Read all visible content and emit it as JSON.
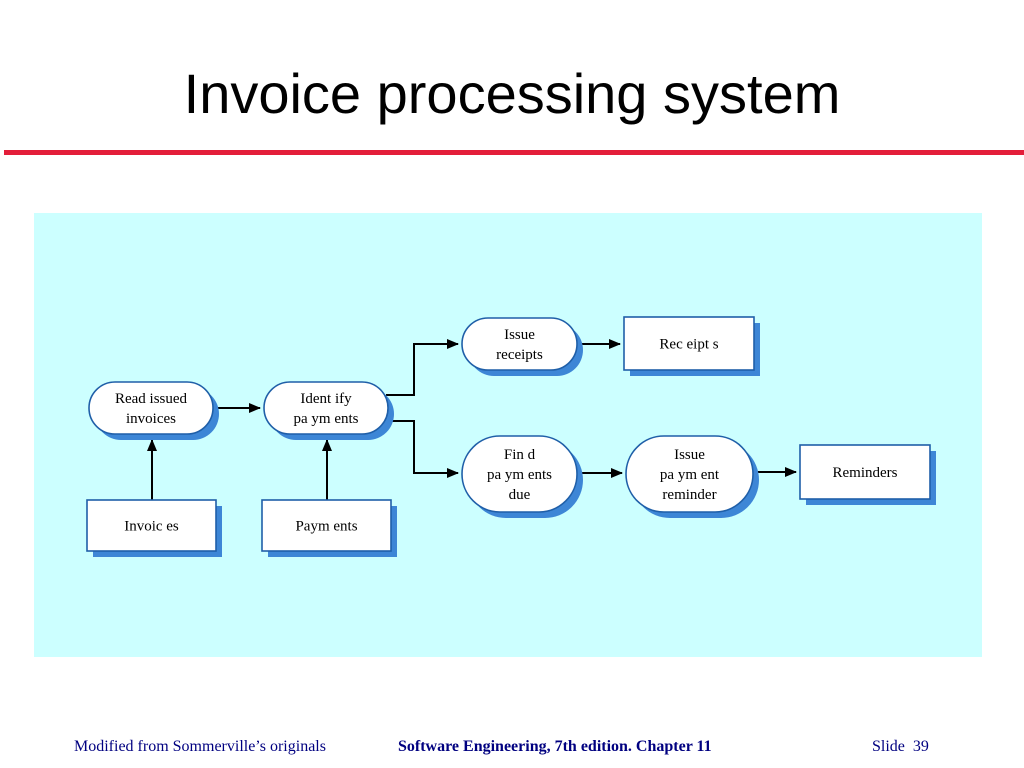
{
  "slide": {
    "title": "Invoice processing system",
    "footer": {
      "left": "Modified from Sommerville’s originals",
      "center": "Software Engineering, 7th edition. Chapter 11",
      "slide_label": "Slide",
      "slide_number": "39"
    }
  },
  "colors": {
    "accent_rule": "#e31e3a",
    "panel_bg": "#ccffff",
    "node_border": "#1f5fa8",
    "node_shadow": "#3d86d6",
    "footer_text": "#000080"
  },
  "diagram": {
    "nodes": {
      "read_issued_invoices": {
        "shape": "process",
        "lines": [
          "Read issued",
          "invoices"
        ]
      },
      "identify_payments": {
        "shape": "process",
        "lines": [
          "Ident ify",
          "pa ym ents"
        ]
      },
      "issue_receipts": {
        "shape": "process",
        "lines": [
          "Issue",
          "receipts"
        ]
      },
      "find_payments_due": {
        "shape": "process",
        "lines": [
          "Fin d",
          "pa ym ents",
          "due"
        ]
      },
      "issue_payment_reminder": {
        "shape": "process",
        "lines": [
          "Issue",
          "pa ym ent",
          "reminder"
        ]
      },
      "invoices": {
        "shape": "data",
        "lines": [
          "Invoic es"
        ]
      },
      "payments": {
        "shape": "data",
        "lines": [
          "Paym ents"
        ]
      },
      "receipts": {
        "shape": "data",
        "lines": [
          "Rec eipt s"
        ]
      },
      "reminders": {
        "shape": "data",
        "lines": [
          "Reminders"
        ]
      }
    },
    "edges": [
      {
        "from": "invoices",
        "to": "read_issued_invoices"
      },
      {
        "from": "payments",
        "to": "identify_payments"
      },
      {
        "from": "read_issued_invoices",
        "to": "identify_payments"
      },
      {
        "from": "identify_payments",
        "to": "issue_receipts"
      },
      {
        "from": "identify_payments",
        "to": "find_payments_due"
      },
      {
        "from": "issue_receipts",
        "to": "receipts"
      },
      {
        "from": "find_payments_due",
        "to": "issue_payment_reminder"
      },
      {
        "from": "issue_payment_reminder",
        "to": "reminders"
      }
    ]
  }
}
